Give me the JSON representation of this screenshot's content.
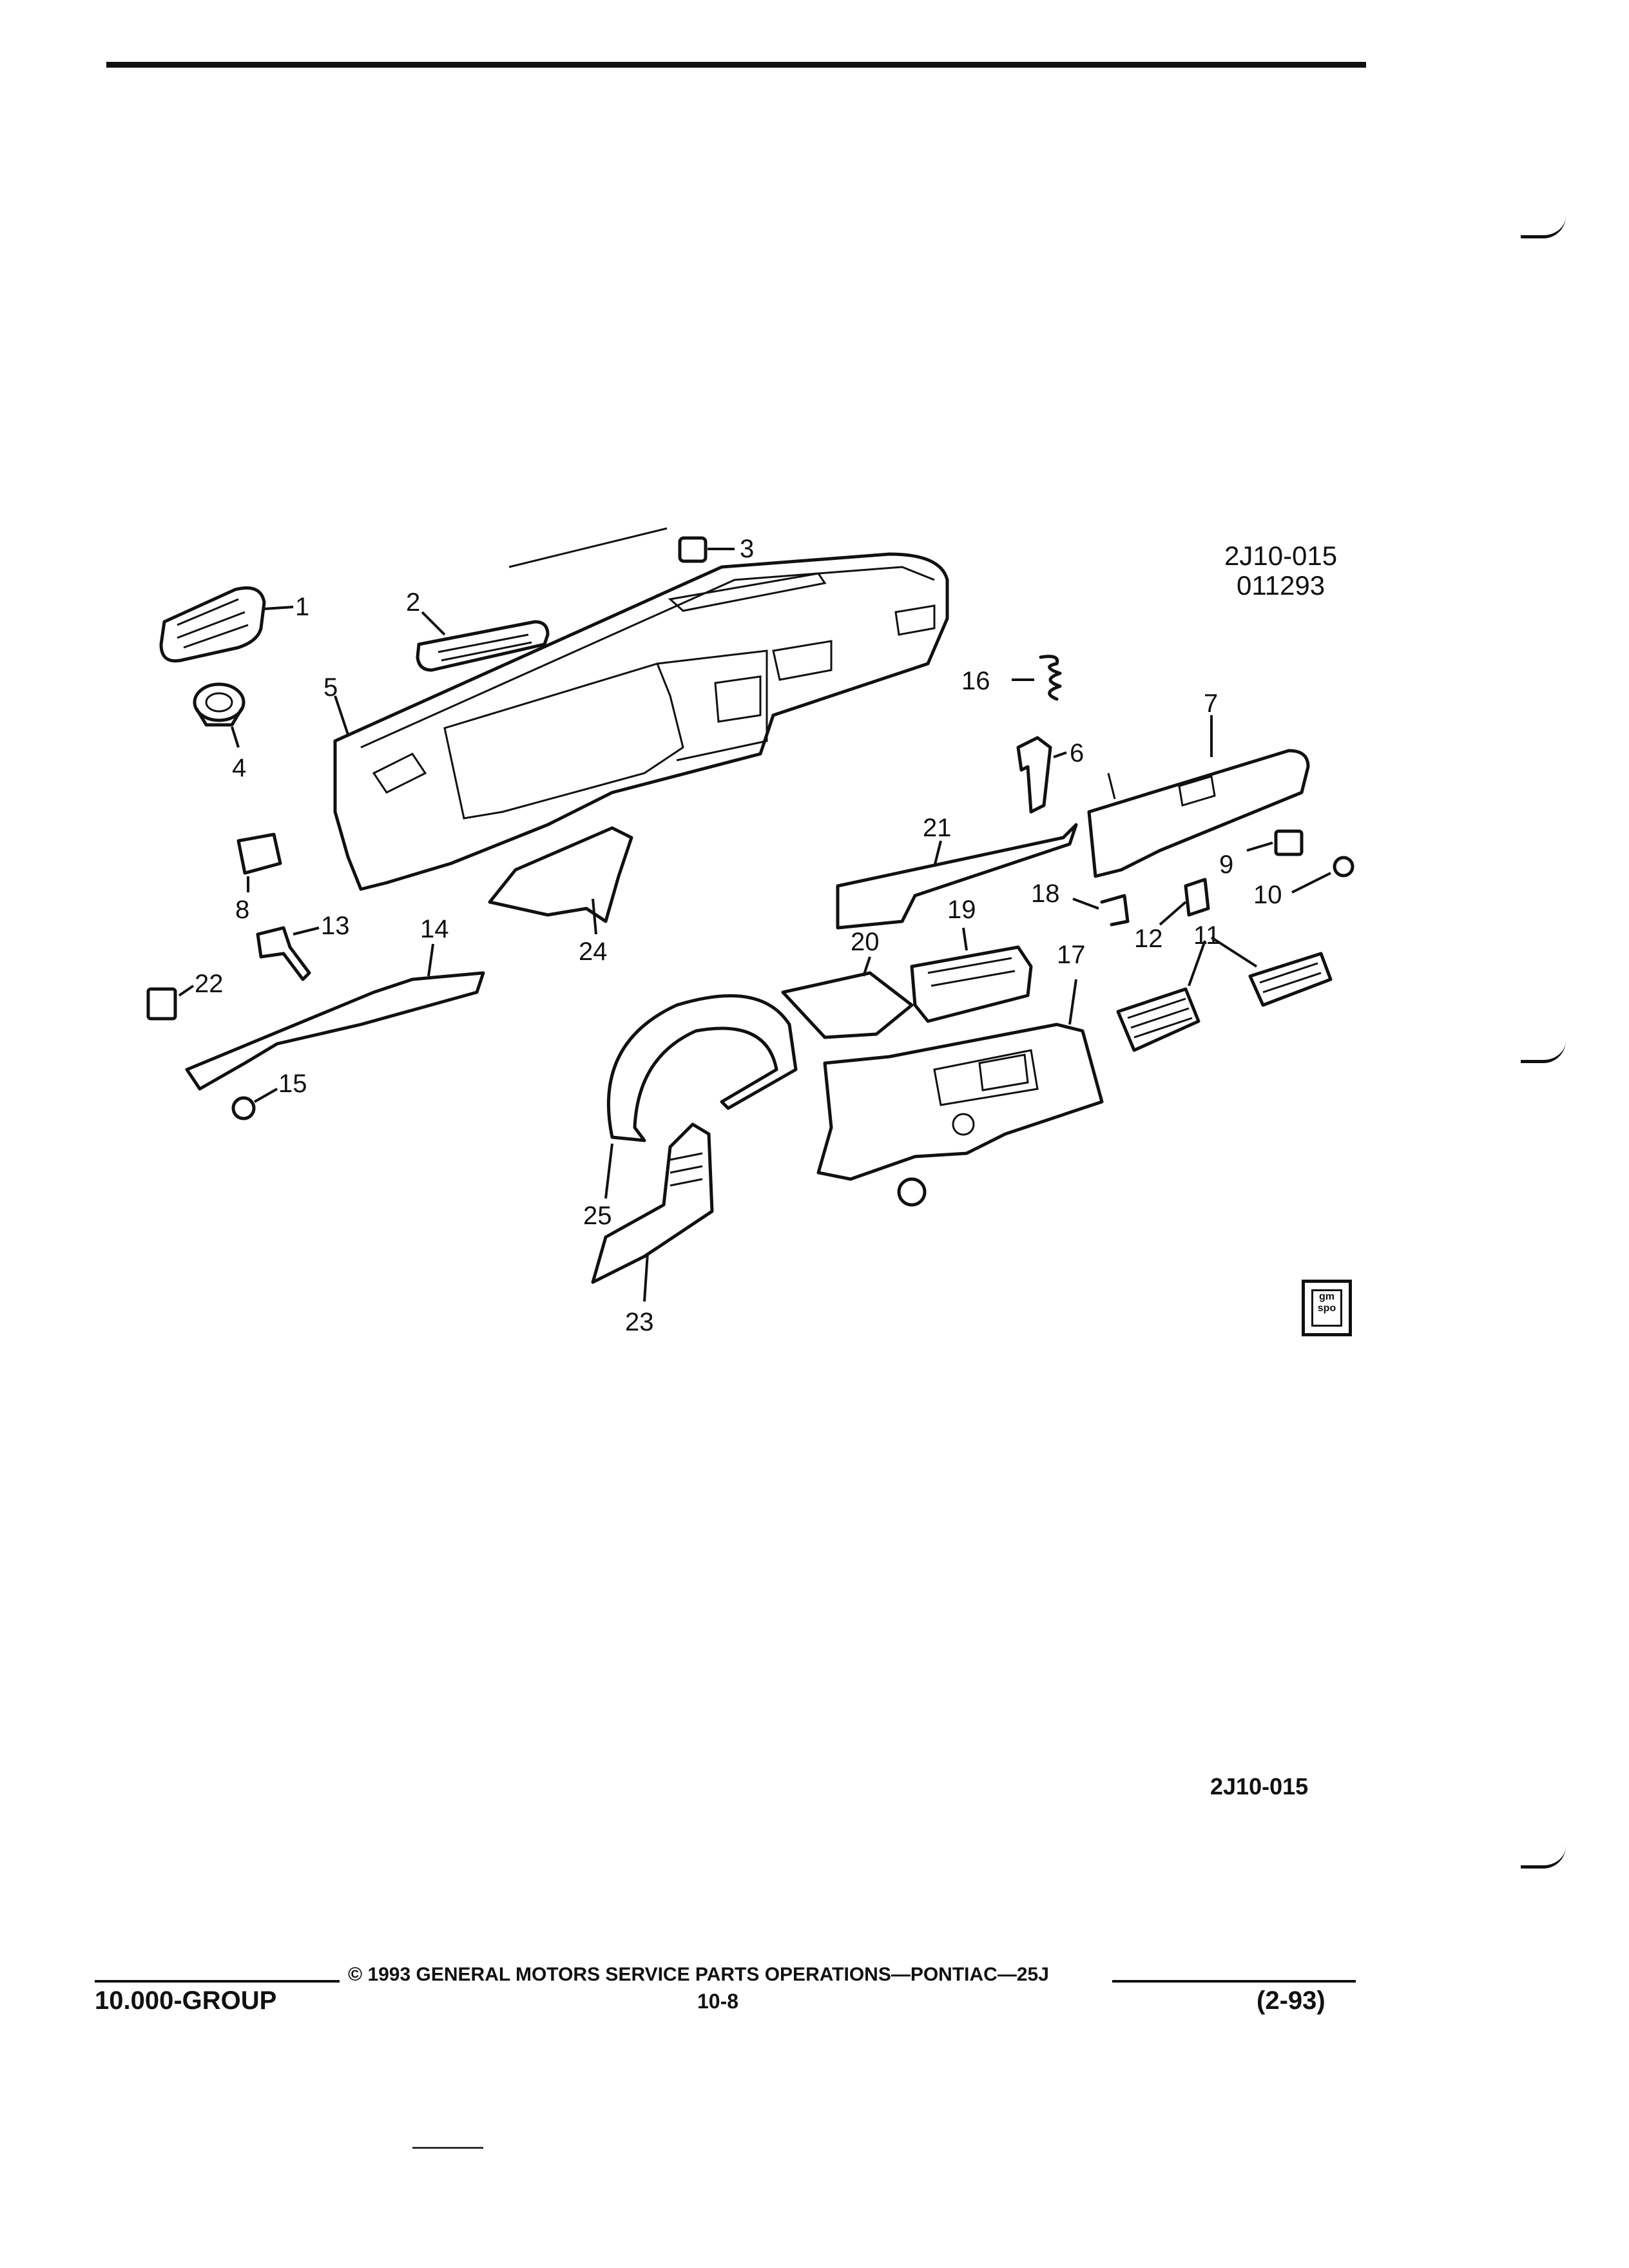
{
  "figure": {
    "id_line1": "2J10-015",
    "id_line2": "011293",
    "code": "2J10-015"
  },
  "callouts": [
    "1",
    "2",
    "3",
    "4",
    "5",
    "6",
    "7",
    "8",
    "9",
    "10",
    "11",
    "12",
    "13",
    "14",
    "15",
    "16",
    "17",
    "18",
    "19",
    "20",
    "21",
    "22",
    "23",
    "24",
    "25"
  ],
  "badge": {
    "line1": "gm",
    "line2": "spo"
  },
  "footer": {
    "copyright": "© 1993  GENERAL MOTORS SERVICE PARTS OPERATIONS—PONTIAC—25J",
    "group": "10.000-GROUP",
    "page": "10-8",
    "date": "(2-93)"
  }
}
